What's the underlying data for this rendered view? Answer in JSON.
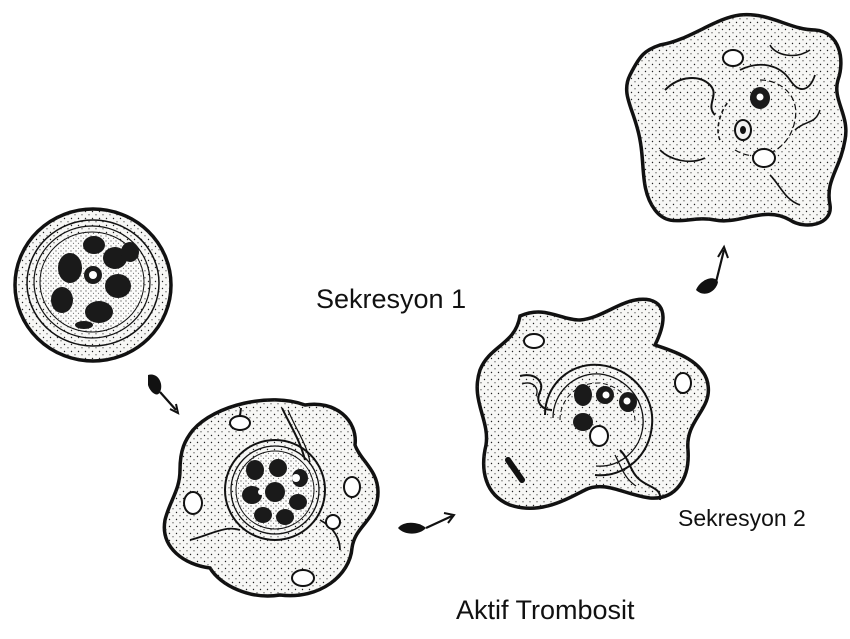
{
  "labels": {
    "secretion_1": "Sekresyon 1",
    "secretion_2": "Sekresyon 2",
    "active_platelet": "Aktif Trombosit"
  },
  "colors": {
    "ink": "#111111",
    "cell_fill": "#f7f7f5",
    "stipple": "#222222",
    "granule": "#1a1a1a"
  }
}
